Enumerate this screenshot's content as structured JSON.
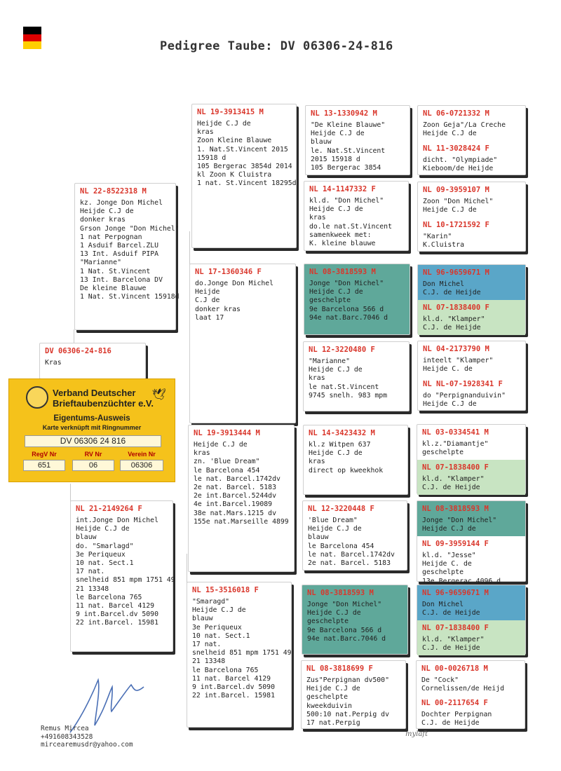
{
  "title": "Pedigree Taube: DV 06306-24-816",
  "flag_colors": [
    "#000000",
    "#dd0000",
    "#ffce00"
  ],
  "colors": {
    "ring_red": "#d9362b",
    "teal": "#5fa89a",
    "blue": "#5aa6c8",
    "light_green": "#c8e4c2",
    "badge_yellow": "#f5c21b"
  },
  "subject": {
    "ring": "DV 06306-24-816",
    "text": "Kras"
  },
  "gen1": {
    "sire": {
      "ring": "NL 22-8522318 M",
      "text": "kz. Jonge Don Michel\nHeijde C.J de\ndonker kras\nGrson Jonge \"Don Michel\"\n1 nat Perpognan\n1 Asduif Barcel.ZLU\n13 Int. Asduif PIPA\n\"Marianne\"\n1 Nat. St.Vincent\n13 Int. Barcelona DV\nDe kleine Blauwe\n1 Nat. St.Vincent 15918d"
    },
    "dam": {
      "ring": "NL 21-2149264 F",
      "text": "int.Jonge Don Michel\nHeijde C.J de\nblauw\ndo. \"Smarlagd\"\n3e Periqueux\n10 nat. Sect.1\n17 nat.\nsnelheid 851 mpm 1751 49\n21 13348\nle Barcelona 765\n11 nat. Barcel 4129\n9 int.Barcel.dv 5090\n22 int.Barcel. 15981"
    }
  },
  "gen2": [
    {
      "ring": "NL 19-3913415 M",
      "text": "Heijde C.J de\nkras\nZoon Kleine Blauwe\n1. Nat.St.Vincent 2015\n15918 d\n105 Bergerac 3854d 2014\nkl Zoon K Cluistra\n1 nat. St.Vincent 18295d"
    },
    {
      "ring": "NL 17-1360346 F",
      "text": "do.Jonge Don Michel\nHeijde\nC.J de\ndonker kras\nlaat 17"
    },
    {
      "ring": "NL 19-3913444 M",
      "text": "Heijde C.J de\nkras\nzn. 'Blue Dream\"\nle Barcelona 454\nle nat. Barcel.1742dv\n2e nat. Barcel. 5183\n2e int.Barcel.5244dv\n4e int.Barcel.19089\n38e nat.Mars.1215 dv\n155e nat.Marseille 4899"
    },
    {
      "ring": "NL 15-3516018 F",
      "text": "\"Smaragd\"\nHeijde C.J de\nblauw\n3e Periqueux\n10 nat. Sect.1\n17 nat.\nsnelheid 851 mpm 1751 49\n21 13348\nle Barcelona 765\n11 nat. Barcel 4129\n9 int.Barcel.dv 5090\n22 int.Barcel. 15981"
    }
  ],
  "gen3": [
    {
      "ring": "NL 13-1330942 M",
      "text": "\"De Kleine Blauwe\"\nHeijde C.J de\nblauw\nle. Nat.St.Vincent\n2015 15918 d\n105 Bergerac 3854"
    },
    {
      "ring": "NL 14-1147332 F",
      "text": "kl.d. \"Don Michel\"\nHeijde C.J de\nkras\ndo.le nat.St.Vincent\nsamenkweek met:\nK. kleine blauwe"
    },
    {
      "ring": "NL 08-3818593 M",
      "text": "Jonge \"Don Michel\"\nHeijde C.J de\ngeschelpte\n9e Barcelona 566 d\n94e nat.Barc.7046 d"
    },
    {
      "ring": "NL 12-3220480 F",
      "text": "\"Marianne\"\nHeijde C.J de\nkras\nle nat.St.Vincent\n9745 snelh. 983 mpm"
    },
    {
      "ring": "NL 14-3423432 M",
      "text": "kl.z Witpen 637\nHeijde C.J de\nkras\ndirect op kweekhok"
    },
    {
      "ring": "NL 12-3220448 F",
      "text": "'Blue Dream\"\nHeijde C.J de\nblauw\nle Barcelona 454\nle nat. Barcel.1742dv\n2e nat. Barcel. 5183"
    },
    {
      "ring": "NL 08-3818593 M",
      "text": "Jonge \"Don Michel\"\nHeijde C.J de\ngeschelpte\n9e Barcelona 566 d\n94e nat.Barc.7046 d"
    },
    {
      "ring": "NL 08-3818699 F",
      "text": "Zus\"Perpignan dv500\"\nHeijde C.J de\ngeschelpte\nkweekduivin\n500:10 nat.Perpig dv\n17 nat.Perpig"
    }
  ],
  "gen4": [
    {
      "ring": "NL 06-0721332 M",
      "text": "Zoon Geja\"/La Creche\nHeijde C.J de"
    },
    {
      "ring": "NL 11-3028424 F",
      "text": "dicht. \"Olympiade\"\nKieboom/de Heijde"
    },
    {
      "ring": "NL 09-3959107 M",
      "text": "Zoon \"Don Michel\"\nHeijde C.J de"
    },
    {
      "ring": "NL 10-1721592 F",
      "text": "\"Karin\"\nK.Cluistra"
    },
    {
      "ring": "NL 96-9659671 M",
      "text": "Don Michel\nC.J. de Heijde"
    },
    {
      "ring": "NL 07-1838400 F",
      "text": "kl.d. \"Klamper\"\nC.J. de Heijde"
    },
    {
      "ring": "NL 04-2173790 M",
      "text": "inteelt \"Klamper\"\nHeijde C. de"
    },
    {
      "ring": "NL NL-07-1928341 F",
      "text": "do \"Perpignanduivin\"\nHeijde C.J de"
    },
    {
      "ring": "NL 03-0334541 M",
      "text": "kl.z.\"Diamantje\"\ngeschelpte"
    },
    {
      "ring": "NL 07-1838400 F",
      "text": "kl.d. \"Klamper\"\nC.J. de Heijde"
    },
    {
      "ring": "NL 08-3818593 M",
      "text": "Jonge \"Don Michel\"\nHeijde C.J de"
    },
    {
      "ring": "NL 09-3959144 F",
      "text": "kl.d. \"Jesse\"\nHeijde C. de\ngeschelpte\n13e Bergerac 4096 d"
    },
    {
      "ring": "NL 96-9659671 M",
      "text": "Don Michel\nC.J. de Heijde"
    },
    {
      "ring": "NL 07-1838400 F",
      "text": "kl.d. \"Klamper\"\nC.J. de Heijde"
    },
    {
      "ring": "NL 00-0026718 M",
      "text": "De \"Cock\"\nCornelissen/de Heijd"
    },
    {
      "ring": "NL 00-2117654 F",
      "text": "Dochter Perpignan\nC.J. de Heijde"
    }
  ],
  "badge": {
    "org_line1": "Verband Deutscher",
    "org_line2": "Brieftaubenzüchter e.V.",
    "heading": "Eigentums-Ausweis",
    "subheading": "Karte verknüpft mit Ringnummer",
    "ring": "DV 06306 24 816",
    "labels": [
      "RegV Nr",
      "RV Nr",
      "Verein Nr"
    ],
    "values": [
      "651",
      "06",
      "06306"
    ]
  },
  "footer": {
    "name": "Remus Mircea",
    "phone": "+491608343528",
    "email": "mircearemusdr@yahoo.com"
  },
  "watermark": "mylaft"
}
